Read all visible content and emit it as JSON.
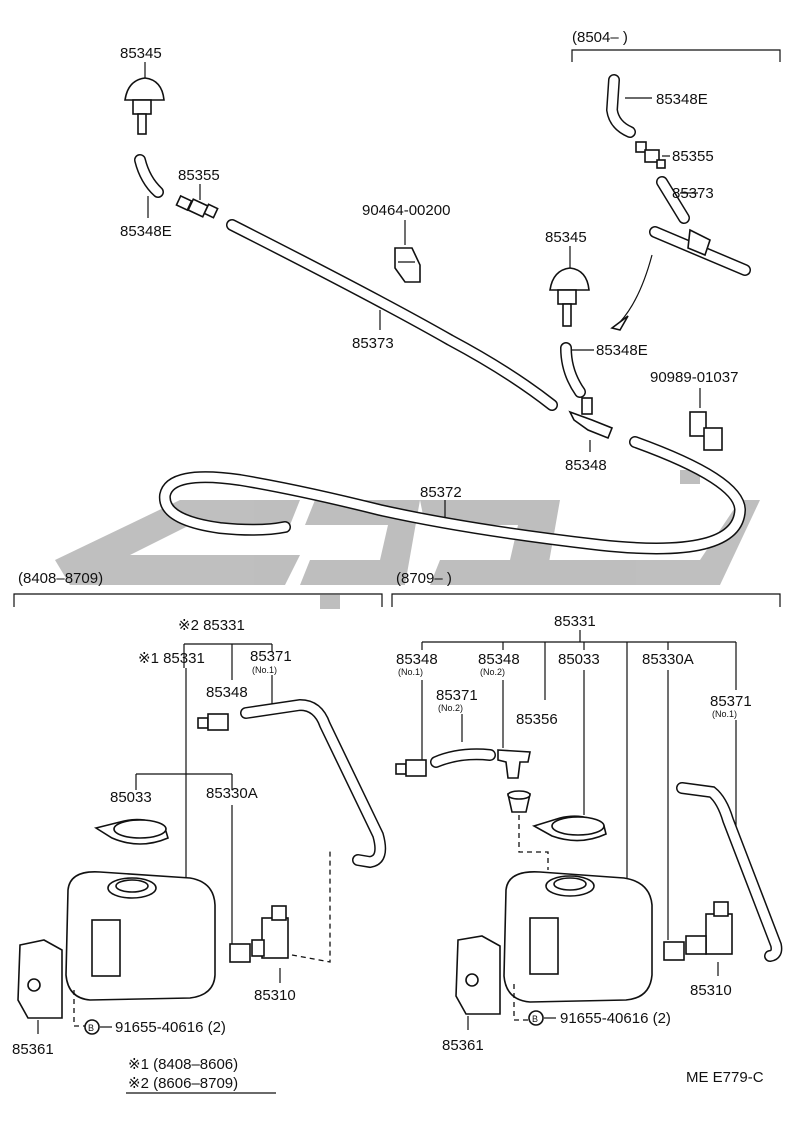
{
  "watermark": {
    "text": "ﻋﻮﻧﻲ",
    "color": "#8a8a8a"
  },
  "top": {
    "range_label": "(8504–        )",
    "labels": {
      "nozzle_left": "85345",
      "hose_left_short": "85348E",
      "valve_left": "85355",
      "clip_top": "90464-00200",
      "hose_long_main": "85373",
      "range_hose": "85348E",
      "range_valve": "85355",
      "range_hose_long": "85373",
      "nozzle_right": "85345",
      "hose_right_short": "85348E",
      "clip_right": "90989-01037",
      "joint": "85348",
      "hose_loop": "85372"
    }
  },
  "left": {
    "range_label": "(8408–8709)",
    "labels": {
      "tank_v2": "※2  85331",
      "tank_v1": "※1  85331",
      "hose_no1": "85371",
      "hose_no1_sub": "(No.1)",
      "joint": "85348",
      "cap": "85033",
      "pump_seal": "85330A",
      "pump": "85310",
      "bolt": "91655-40616 (2)",
      "bolt_mark": "B",
      "bracket": "85361"
    },
    "notes": [
      "※1 (8408–8606)",
      "※2 (8606–8709)"
    ]
  },
  "right": {
    "range_label": "(8709–        )",
    "labels": {
      "tank": "85331",
      "joint_no1": "85348",
      "joint_no1_sub": "(No.1)",
      "joint_no2": "85348",
      "joint_no2_sub": "(No.2)",
      "cap": "85033",
      "pump_seal": "85330A",
      "hose_no2": "85371",
      "hose_no2_sub": "(No.2)",
      "valve": "85356",
      "hose_no1": "85371",
      "hose_no1_sub": "(No.1)",
      "pump": "85310",
      "bolt": "91655-40616 (2)",
      "bolt_mark": "B",
      "bracket": "85361"
    }
  },
  "code": "ME E779-C"
}
